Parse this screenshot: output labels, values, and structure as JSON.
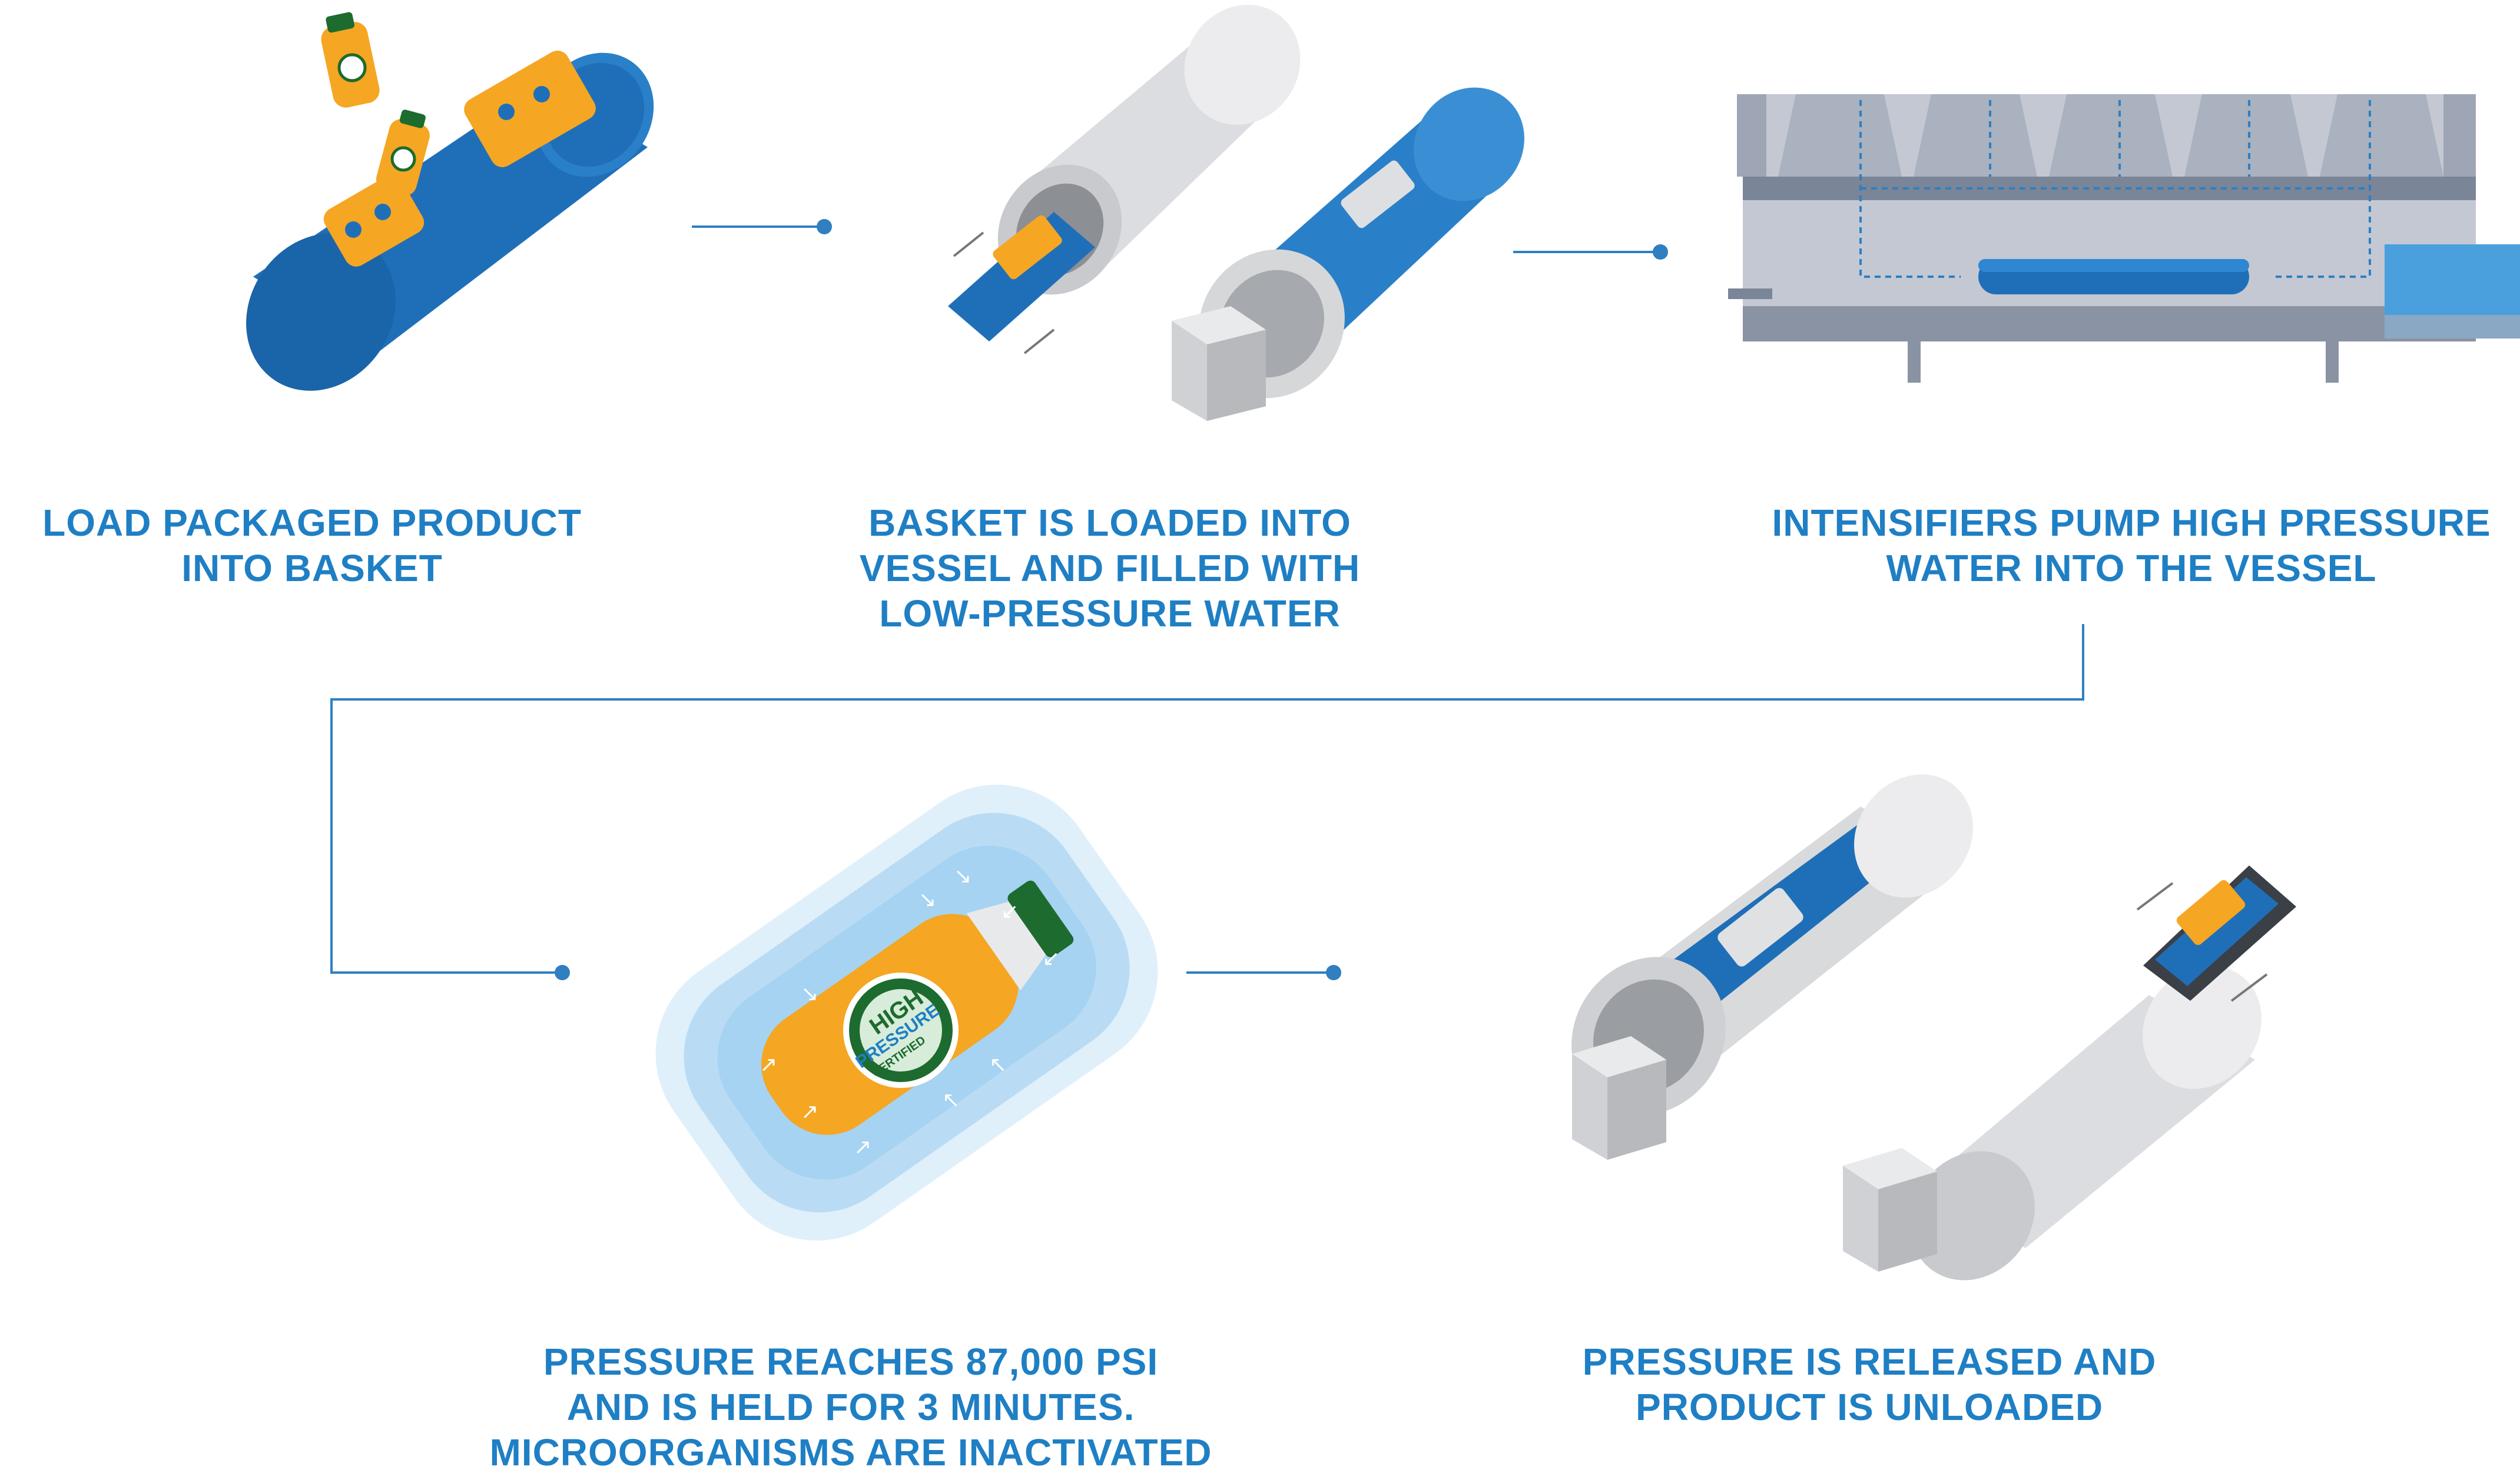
{
  "steps": [
    {
      "line1": "LOAD PACKAGED PRODUCT",
      "line2": "INTO BASKET"
    },
    {
      "line1": "BASKET IS LOADED INTO",
      "line2": "VESSEL AND FILLED WITH",
      "line3": "LOW-PRESSURE WATER"
    },
    {
      "line1": "INTENSIFIERS PUMP HIGH PRESSURE",
      "line2": "WATER INTO THE VESSEL"
    },
    {
      "line1": "PRESSURE REACHES 87,000 PSI",
      "line2": "AND IS HELD FOR 3 MINUTES.",
      "line3": "MICROORGANISMS ARE INACTIVATED"
    },
    {
      "line1": "PRESSURE IS RELEASED AND",
      "line2": "PRODUCT IS UNLOADED"
    }
  ],
  "seal": {
    "top": "HIGH",
    "middle": "PRESSURE",
    "bottom": "CERTIFIED"
  },
  "colors": {
    "caption": "#1f7fc4",
    "connector": "#2f7fc1",
    "vessel_blue": "#1f6fb8",
    "steel_grey": "#d6d7d9",
    "juice_orange": "#f5a623",
    "cap_green": "#1d6b2e",
    "water_light": "#cfe6f7"
  }
}
